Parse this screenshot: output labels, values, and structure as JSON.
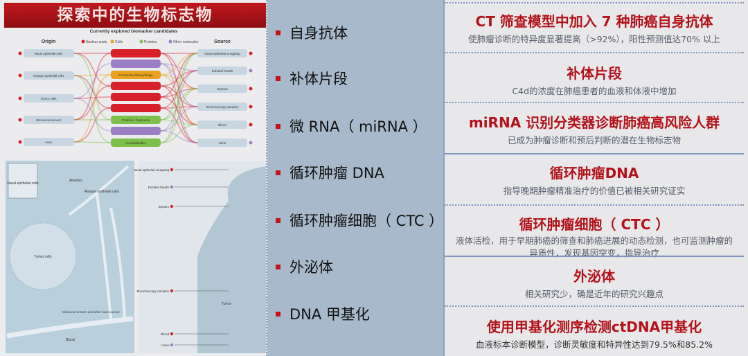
{
  "left": {
    "title": "探索中的生物标志物",
    "figure_title": "Currently explored biomarker candidates",
    "origin_label": "Origin",
    "source_label": "Source",
    "legend": [
      "Nuclear acids",
      "Cells",
      "Proteins",
      "Other molecules"
    ],
    "origins": [
      "Nasal epithelial cells",
      "Airways epithelial cells",
      "Tumor cells",
      "Microenvironment",
      "Host"
    ],
    "center": [
      "",
      "",
      "Processive histocytology",
      "",
      "",
      "",
      "Proteins / fragments",
      "",
      "Autoantibodies"
    ],
    "sources": [
      "Nasal epithelial scrapping",
      "Exhaled breath",
      "Sputum",
      "Bronchoscopy samples",
      "Blood",
      "Urine"
    ],
    "illus_labels": {
      "nasal": "Nasal epithelial cells",
      "alveolus": "Alveolus",
      "airways": "Airways epithelial cells",
      "tumor": "Tumor cells",
      "micro": "Microenvironment and other host sources",
      "blood": "Blood",
      "tumor2": "Tumor"
    },
    "body_labels": [
      "Nasal epithelial scrapping",
      "Exhaled breath",
      "Sputum",
      "Bronchoscopy samples",
      "Blood",
      "Urine"
    ],
    "colors": {
      "nucleic": "#d8202a",
      "cells": "#e8a21e",
      "proteins": "#7cbf4a",
      "other": "#9a7fc4"
    }
  },
  "middle": {
    "items": [
      "自身抗体",
      "补体片段",
      "微 RNA（ miRNA ）",
      "循环肿瘤 DNA",
      "循环肿瘤细胞（ CTC ）",
      "外泌体",
      "DNA 甲基化"
    ]
  },
  "right": {
    "rows": [
      {
        "title": "CT 筛查模型中加入 7 种肺癌自身抗体",
        "text": "使肺瘤诊断的特异度显著提高（>92%），阳性预测值达70% 以上"
      },
      {
        "title": "补体片段",
        "text": "C4d的浓度在肺癌患者的血液和体液中增加"
      },
      {
        "title": "miRNA 识别分类器诊断肺癌高风险人群",
        "text": "已成为肿瘤诊断和预后判断的潜在生物标志物"
      },
      {
        "title": "循环肿瘤DNA",
        "text": "指导晚期肿瘤精准治疗的价值已被相关研究证实"
      },
      {
        "title": "循环肿瘤细胞（ CTC ）",
        "text": "液体活检，用于早期肺癌的筛查和肺癌进展的动态检测，也可监测肿瘤的异质性，发现基因突变，指导治疗"
      },
      {
        "title": "外泌体",
        "text": "相关研究少，确是近年的研究兴趣点"
      },
      {
        "title": "使用甲基化测序检测ctDNA甲基化",
        "text": "血液标本诊断模型，诊断灵敏度和特异性达到79.5%和85.2%"
      }
    ]
  }
}
